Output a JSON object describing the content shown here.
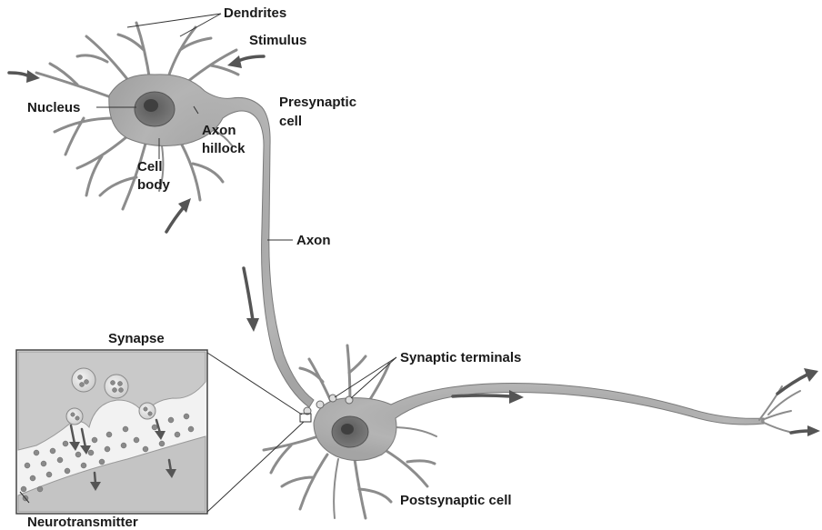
{
  "labels": {
    "dendrites": "Dendrites",
    "stimulus": "Stimulus",
    "nucleus": "Nucleus",
    "axon_hillock_1": "Axon",
    "axon_hillock_2": "hillock",
    "cell_body_1": "Cell",
    "cell_body_2": "body",
    "presynaptic_1": "Presynaptic",
    "presynaptic_2": "cell",
    "axon": "Axon",
    "synapse": "Synapse",
    "synaptic_terminals": "Synaptic terminals",
    "postsynaptic_cell": "Postsynaptic cell",
    "neurotransmitter": "Neurotransmitter"
  }
}
